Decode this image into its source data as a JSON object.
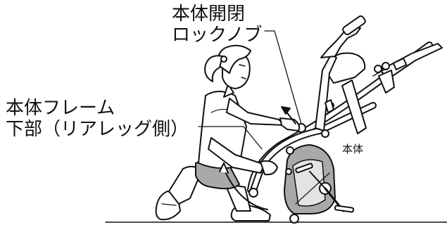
{
  "labels": {
    "lock_knob": {
      "line1": "本体開閉",
      "line2": "ロックノブ"
    },
    "rear_leg": {
      "line1": "本体フレーム",
      "line2": "下部（リアレッグ側）"
    },
    "main_body": "本体"
  },
  "colors": {
    "ink": "#111111",
    "tint": "#a9a9a9",
    "light": "#e3e3e3",
    "paper": "#ffffff"
  }
}
